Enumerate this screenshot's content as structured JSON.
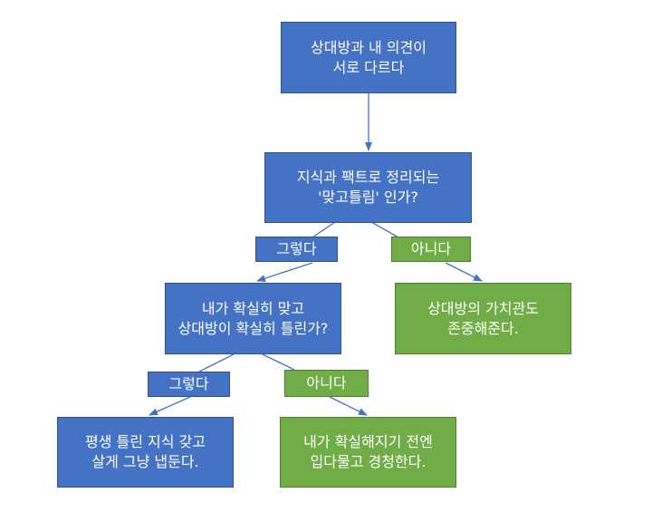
{
  "nodes": {
    "start": "상대방과 내 의견이\n서로 다르다",
    "q1": "지식과 팩트로 정리되는\n'맞고틀림' 인가?",
    "q2": "내가 확실히 맞고\n상대방이 확실히 틀린가?",
    "respect": "상대방의 가치관도\n존중해준다.",
    "live_wrong": "평생 틀린 지식 갖고\n살게 그냥 냅둔다.",
    "listen": "내가 확실해지기 전엔\n입다물고 경청한다."
  },
  "labels": {
    "q1_yes": "그렇다",
    "q1_no": "아니다",
    "q2_yes": "그렇다",
    "q2_no": "아니다"
  },
  "colors": {
    "blue_fill": "#4472c4",
    "blue_border": "#2f528f",
    "green_fill": "#70ad47",
    "green_border": "#507e32",
    "arrow": "#4472c4"
  }
}
